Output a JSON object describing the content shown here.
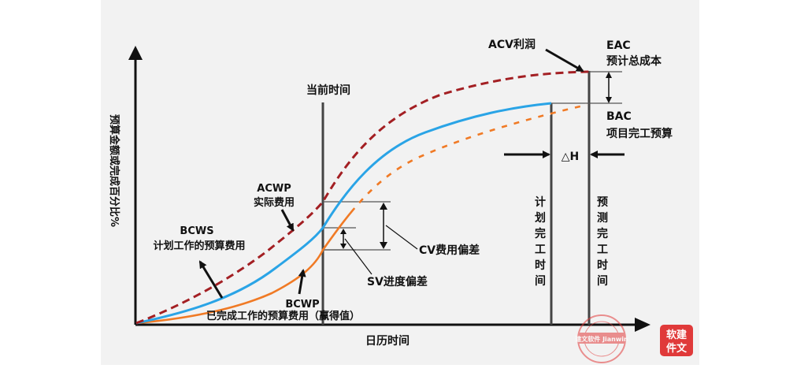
{
  "diagram": {
    "y_axis_label": "预算金额或完成百分比%",
    "x_axis_label": "日历时间",
    "current_time_label": "当前时间",
    "curves": {
      "acwp": {
        "code": "ACWP",
        "name": "实际费用",
        "color": "#a31f23"
      },
      "bcws": {
        "code": "BCWS",
        "name": "计划工作的预算费用",
        "color": "#2aa4e6"
      },
      "bcwp": {
        "code": "BCWP",
        "name": "已完成工作的预算费用（赢得值）",
        "color": "#f07a25"
      }
    },
    "cv_label": "CV费用偏差",
    "sv_label": "SV进度偏差",
    "acv_label": "ACV利润",
    "eac": {
      "code": "EAC",
      "name": "预计总成本"
    },
    "bac": {
      "code": "BAC",
      "name": "项目完工预算"
    },
    "delta_h_label": "△H",
    "planned_finish_label": "计划完工时间",
    "forecast_finish_label": "预测完工时间"
  },
  "watermarks": {
    "stamp_text": "建文软件 Jianwin",
    "badge_text": "软建件文"
  }
}
